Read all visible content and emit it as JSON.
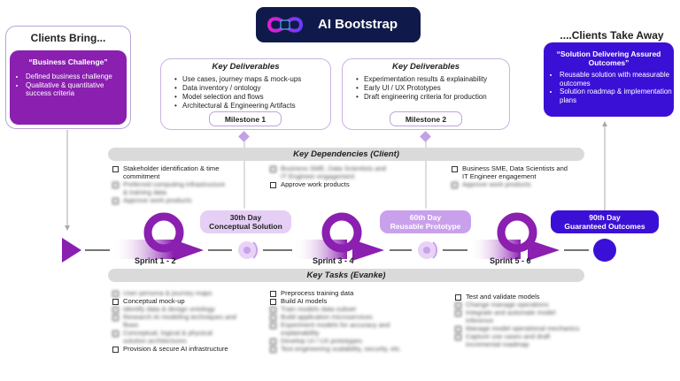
{
  "logo": {
    "title": "AI Bootstrap"
  },
  "clients_bring": {
    "heading": "Clients Bring...",
    "box_title": "“Business Challenge”",
    "items": [
      "Defined business challenge",
      "Qualitative & quantitative success criteria"
    ]
  },
  "clients_take": {
    "heading": "....Clients Take Away",
    "box_title": "“Solution Delivering Assured Outcomes”",
    "items": [
      "Reusable solution with measurable outcomes",
      "Solution roadmap & implementation plans"
    ]
  },
  "deliverables": [
    {
      "title": "Key Deliverables",
      "items": [
        "Use cases, journey maps & mock-ups",
        "Data inventory / ontology",
        "Model selection and flows",
        "Architectural & Engineering Artifacts"
      ],
      "milestone": "Milestone 1"
    },
    {
      "title": "Key Deliverables",
      "items": [
        "Experimentation results & explainability",
        "Early UI / UX Prototypes",
        "Draft engineering criteria for production"
      ],
      "milestone": "Milestone 2"
    }
  ],
  "dependencies": {
    "title": "Key Dependencies (Client)",
    "col1": [
      "Stakeholder identification & time commitment",
      "Preferred computing infrastructure & training data",
      "Approve work products"
    ],
    "col2": [
      "Business SME, Data Scientists and IT Engineer engagement",
      "Approve work products"
    ],
    "col3": [
      "Business SME, Data Scientists and IT Engineer engagement",
      "Approve work products"
    ]
  },
  "timeline": {
    "day30": [
      "30th Day",
      "Conceptual Solution"
    ],
    "day60": [
      "60th Day",
      "Reusable Prototype"
    ],
    "day90": [
      "90th Day",
      "Guaranteed Outcomes"
    ],
    "sprints": [
      "Sprint 1 - 2",
      "Sprint 3 - 4",
      "Sprint 5 - 6"
    ]
  },
  "tasks": {
    "title": "Key Tasks (Evanke)",
    "col1": [
      "User persona & journey maps",
      "Conceptual mock-up",
      "Identify data & design ontology",
      "Research AI modeling techniques and flows",
      "Conceptual, logical & physical solution architectures",
      "Provision & secure AI infrastructure"
    ],
    "col2": [
      "Preprocess training data",
      "Build AI models",
      "Train models data subset",
      "Build application microservices",
      "Experiment models for accuracy and explainability",
      "Develop UI / UX prototypes",
      "Test engineering scalability, security, etc."
    ],
    "col3": [
      "Test and validate models",
      "Change manage operations",
      "Integrate and automate model inference",
      "Manage model operational mechanics",
      "Capture use cases and draft incremental roadmap"
    ]
  },
  "colors": {
    "purple": "#8a1fb0",
    "navy": "#3b10d6",
    "dark_navy": "#101a4a",
    "light_purple": "#c9a0ec"
  }
}
